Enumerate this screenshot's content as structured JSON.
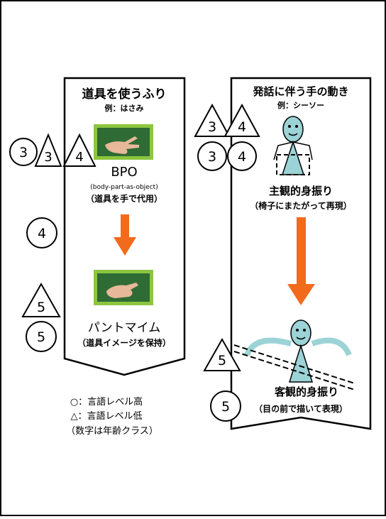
{
  "left_panel": {
    "title": "道具を使うふり",
    "example": "例：はさみ",
    "stage1": {
      "label": "BPO",
      "sublabel": "(body-part-as-object)",
      "description": "（道具を手で代用）"
    },
    "stage2": {
      "label": "パントマイム",
      "description": "（道具イメージを保持）"
    },
    "markers_stage1": [
      "3",
      "3",
      "4"
    ],
    "marker_middle": "4",
    "markers_stage2": [
      "5",
      "5"
    ]
  },
  "right_panel": {
    "title": "発話に伴う手の動き",
    "example": "例：シーソー",
    "stage1": {
      "label": "主観的身振り",
      "description": "（椅子にまたがって再現）"
    },
    "stage2": {
      "label": "客観的身振り",
      "description": "（目の前で描いて表現）"
    },
    "markers_stage1_top": [
      "3",
      "4"
    ],
    "markers_stage1_bottom": [
      "3",
      "4"
    ],
    "markers_stage2": [
      "5",
      "5"
    ]
  },
  "legend": {
    "circle": "○：言語レベル高",
    "triangle": "△：言語レベル低",
    "note": "（数字は年齢クラス）"
  },
  "colors": {
    "arrow": "#f26b1d",
    "photo_frame": "#8cc63f",
    "photo_bg": "#2f6b34",
    "figure": "#9bd3d6"
  },
  "icons": [
    "hand-scissors-photo-icon",
    "hand-holding-photo-icon",
    "person-figure-icon",
    "down-arrow-icon"
  ]
}
